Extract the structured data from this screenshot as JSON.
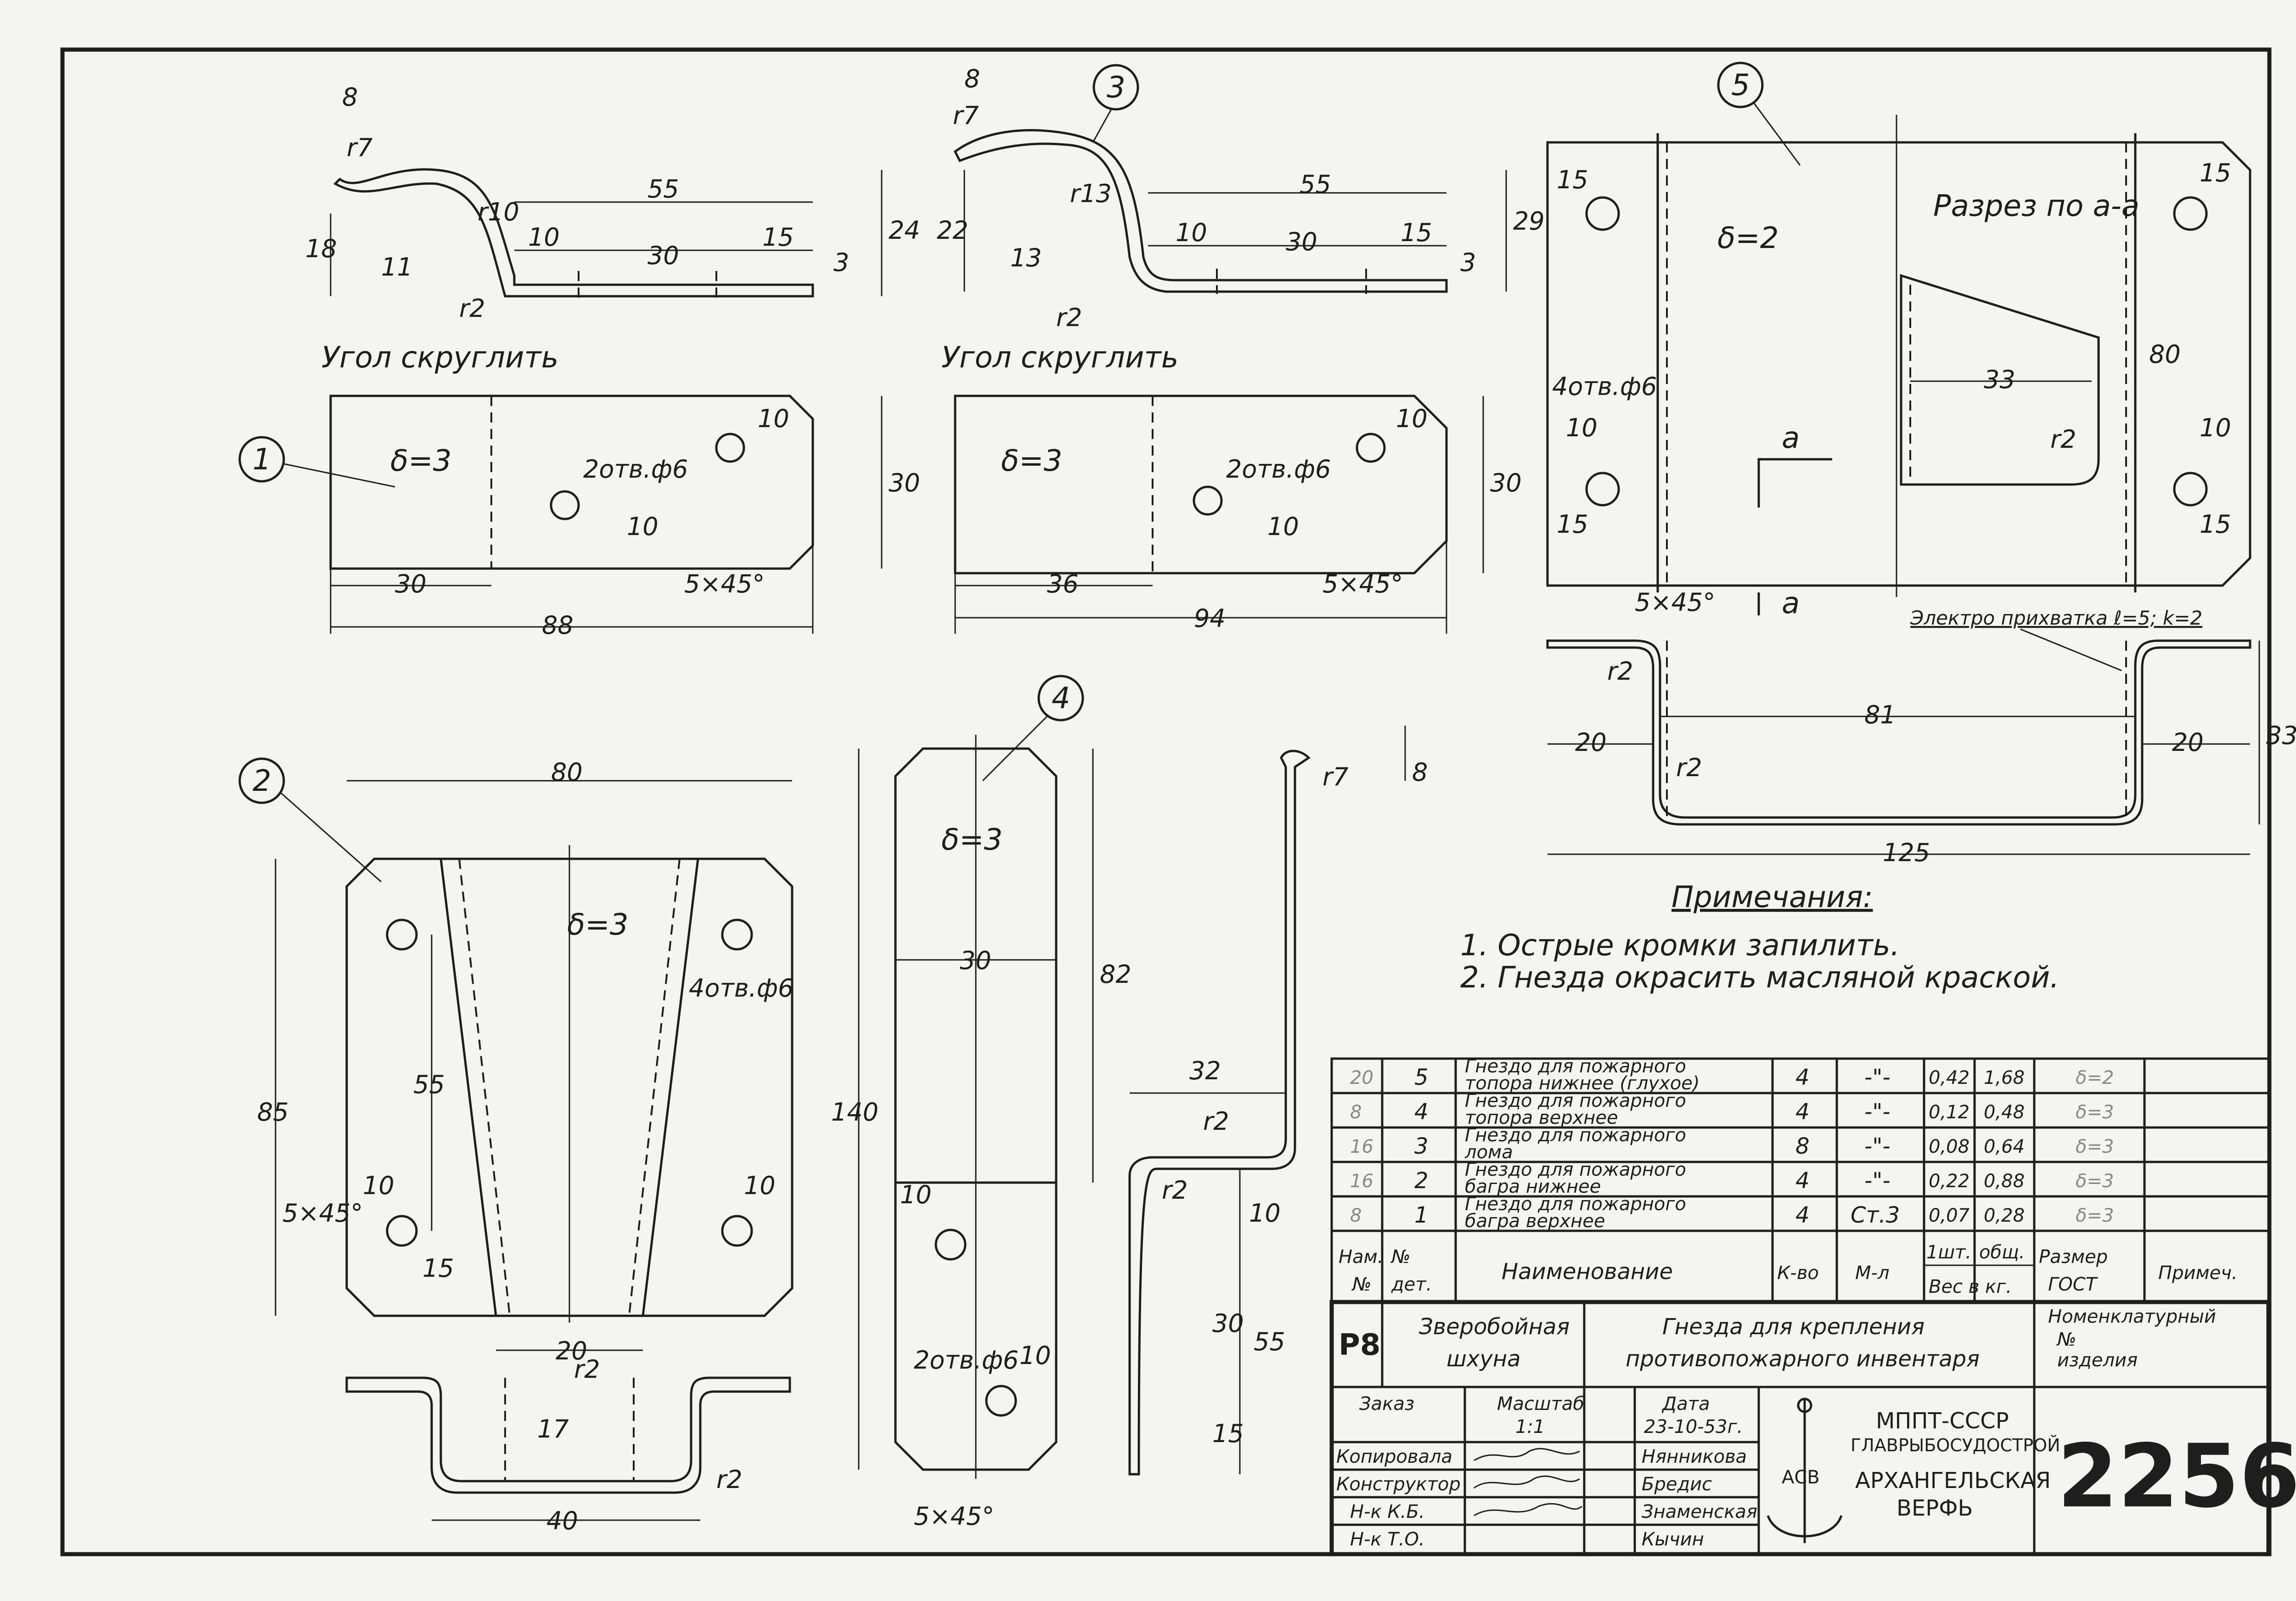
{
  "parts": {
    "p1": {
      "number": "1",
      "top_dims": [
        "8",
        "r7",
        "r10",
        "55",
        "10",
        "30",
        "15",
        "18",
        "11",
        "r2",
        "3",
        "24"
      ],
      "note": "Угол скруглить",
      "thickness": "δ=3",
      "holes": "2отв.ф6",
      "plan_dims": [
        "10",
        "10",
        "30",
        "30",
        "88",
        "5×45°"
      ]
    },
    "p3": {
      "number": "3",
      "top_dims": [
        "8",
        "r7",
        "r13",
        "55",
        "10",
        "30",
        "15",
        "22",
        "13",
        "r2",
        "3",
        "29"
      ],
      "note": "Угол скруглить",
      "thickness": "δ=3",
      "holes": "2отв.ф6",
      "plan_dims": [
        "10",
        "10",
        "36",
        "30",
        "94",
        "5×45°"
      ]
    },
    "p5": {
      "number": "5",
      "thickness": "δ=2",
      "section_title": "Разрез по а-а",
      "section_mark": "а",
      "holes": "4отв.ф6",
      "plan_dims": [
        "15",
        "10",
        "15",
        "80",
        "33",
        "r2",
        "10",
        "15",
        "15",
        "5×45°"
      ],
      "weld_note": "Электро прихватка ℓ=5; k=2",
      "side_dims": [
        "r2",
        "81",
        "20",
        "20",
        "r2",
        "33",
        "125"
      ]
    },
    "p2": {
      "number": "2",
      "thickness": "δ=3",
      "holes": "4отв.ф6",
      "dims": [
        "80",
        "85",
        "55",
        "10",
        "10",
        "15",
        "5×45°",
        "20",
        "r2",
        "17",
        "40",
        "r2"
      ]
    },
    "p4": {
      "number": "4",
      "thickness": "δ=3",
      "holes": "2отв.ф6",
      "dims": [
        "30",
        "82",
        "140",
        "10",
        "10",
        "5×45°",
        "r7",
        "8",
        "32",
        "r2",
        "r2",
        "10",
        "30",
        "55",
        "15"
      ]
    }
  },
  "notes": {
    "title": "Примечания:",
    "items": [
      "1. Острые кромки запилить.",
      "2. Гнезда окрасить масляной краской."
    ]
  },
  "bom": {
    "rows": [
      {
        "mark": "20",
        "pos": "5",
        "name1": "Гнездо для пожарного",
        "name2": "топора нижнее (глухое)",
        "qty": "4",
        "mat": "-\"-",
        "w1": "0,42",
        "wt": "1,68",
        "size": "δ=2"
      },
      {
        "mark": "8",
        "pos": "4",
        "name1": "Гнездо для пожарного",
        "name2": "топора верхнее",
        "qty": "4",
        "mat": "-\"-",
        "w1": "0,12",
        "wt": "0,48",
        "size": "δ=3"
      },
      {
        "mark": "16",
        "pos": "3",
        "name1": "Гнездо для пожарного",
        "name2": "лома",
        "qty": "8",
        "mat": "-\"-",
        "w1": "0,08",
        "wt": "0,64",
        "size": "δ=3"
      },
      {
        "mark": "16",
        "pos": "2",
        "name1": "Гнездо для пожарного",
        "name2": "багра нижнее",
        "qty": "4",
        "mat": "-\"-",
        "w1": "0,22",
        "wt": "0,88",
        "size": "δ=3"
      },
      {
        "mark": "8",
        "pos": "1",
        "name1": "Гнездо для пожарного",
        "name2": "багра верхнее",
        "qty": "4",
        "mat": "Ст.3",
        "w1": "0,07",
        "wt": "0,28",
        "size": "δ=3"
      }
    ],
    "header": {
      "nam": "Нам.",
      "no": "№",
      "det_no": "№",
      "det": "дет.",
      "name": "Наименование",
      "qty": "К-во",
      "mat": "М-л",
      "w1": "1шт.",
      "wt": "общ.",
      "weight": "Вес в кг.",
      "size1": "Размер",
      "size2": "ГОСТ",
      "note": "Примеч."
    }
  },
  "title_block": {
    "code": "Р8",
    "vessel1": "Зверобойная",
    "vessel2": "шхуна",
    "title1": "Гнезда для крепления",
    "title2": "противопожарного инвентаря",
    "nomen1": "Номенклатурный",
    "nomen2": "№",
    "nomen3": "изделия",
    "order": "Заказ",
    "scale_label": "Масштаб",
    "scale": "1:1",
    "date_label": "Дата",
    "date": "23-10-53г.",
    "copied": "Копировала",
    "designer": "Конструктор",
    "head_kb": "Н-к К.Б.",
    "head_to": "Н-к Т.О.",
    "name_copied": "Нянникова",
    "name_designer": "Бредис",
    "name_kb": "Знаменская",
    "name_to": "Кычин",
    "org1": "МППТ-СССР",
    "org2": "ГЛАВРЫБОСУДОСТРОЙ",
    "org3": "АРХАНГЕЛЬСКАЯ",
    "org4": "ВЕРФЬ",
    "logo": "АСВ",
    "drawing_no": "2256"
  }
}
